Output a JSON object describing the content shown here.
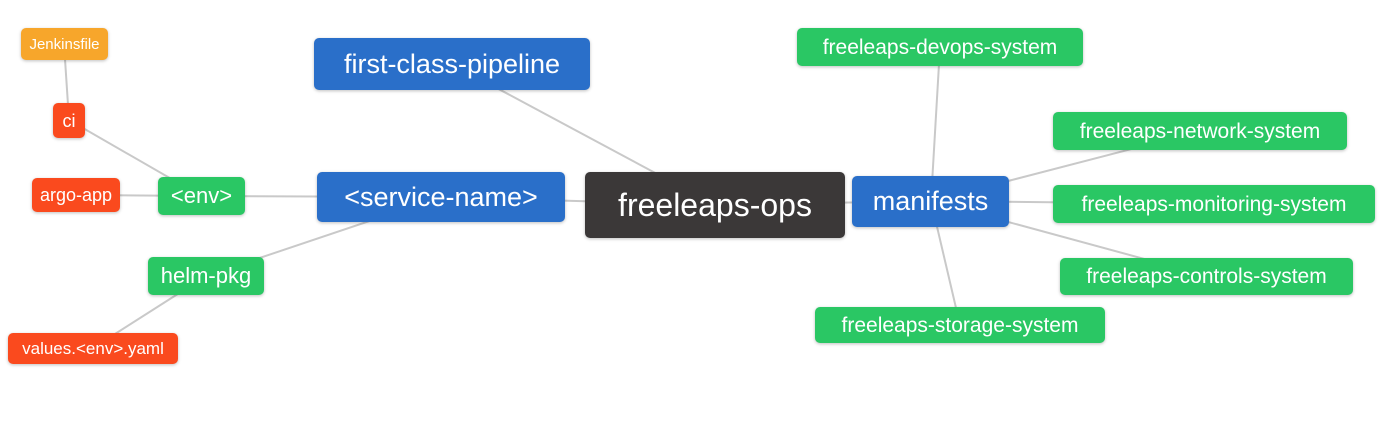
{
  "diagram": {
    "type": "mind-map",
    "background": "#ffffff",
    "edge_color": "#c9c9c9",
    "colors": {
      "blue": "#2a6fc9",
      "green": "#2ac764",
      "red": "#fa4a1e",
      "orange": "#f7a62b",
      "dark": "#3b3838",
      "node_text": "#ffffff"
    },
    "nodes": {
      "freeleaps_ops": {
        "label": "freeleaps-ops",
        "color": "dark",
        "role": "root"
      },
      "service_name": {
        "label": "<service-name>",
        "color": "blue"
      },
      "first_class_pipeline": {
        "label": "first-class-pipeline",
        "color": "blue"
      },
      "manifests": {
        "label": "manifests",
        "color": "blue"
      },
      "env": {
        "label": "<env>",
        "color": "green"
      },
      "helm_pkg": {
        "label": "helm-pkg",
        "color": "green"
      },
      "ci": {
        "label": "ci",
        "color": "red"
      },
      "argo_app": {
        "label": "argo-app",
        "color": "red"
      },
      "jenkinsfile": {
        "label": "Jenkinsfile",
        "color": "orange"
      },
      "values_yaml": {
        "label": "values.<env>.yaml",
        "color": "red"
      },
      "devops_system": {
        "label": "freeleaps-devops-system",
        "color": "green"
      },
      "network_system": {
        "label": "freeleaps-network-system",
        "color": "green"
      },
      "monitoring_system": {
        "label": "freeleaps-monitoring-system",
        "color": "green"
      },
      "controls_system": {
        "label": "freeleaps-controls-system",
        "color": "green"
      },
      "storage_system": {
        "label": "freeleaps-storage-system",
        "color": "green"
      }
    },
    "edges": [
      [
        "jenkinsfile",
        "ci"
      ],
      [
        "ci",
        "env"
      ],
      [
        "argo_app",
        "env"
      ],
      [
        "env",
        "service_name"
      ],
      [
        "helm_pkg",
        "service_name"
      ],
      [
        "values_yaml",
        "helm_pkg"
      ],
      [
        "service_name",
        "freeleaps_ops"
      ],
      [
        "first_class_pipeline",
        "freeleaps_ops"
      ],
      [
        "freeleaps_ops",
        "manifests"
      ],
      [
        "manifests",
        "devops_system"
      ],
      [
        "manifests",
        "network_system"
      ],
      [
        "manifests",
        "monitoring_system"
      ],
      [
        "manifests",
        "controls_system"
      ],
      [
        "manifests",
        "storage_system"
      ]
    ]
  }
}
